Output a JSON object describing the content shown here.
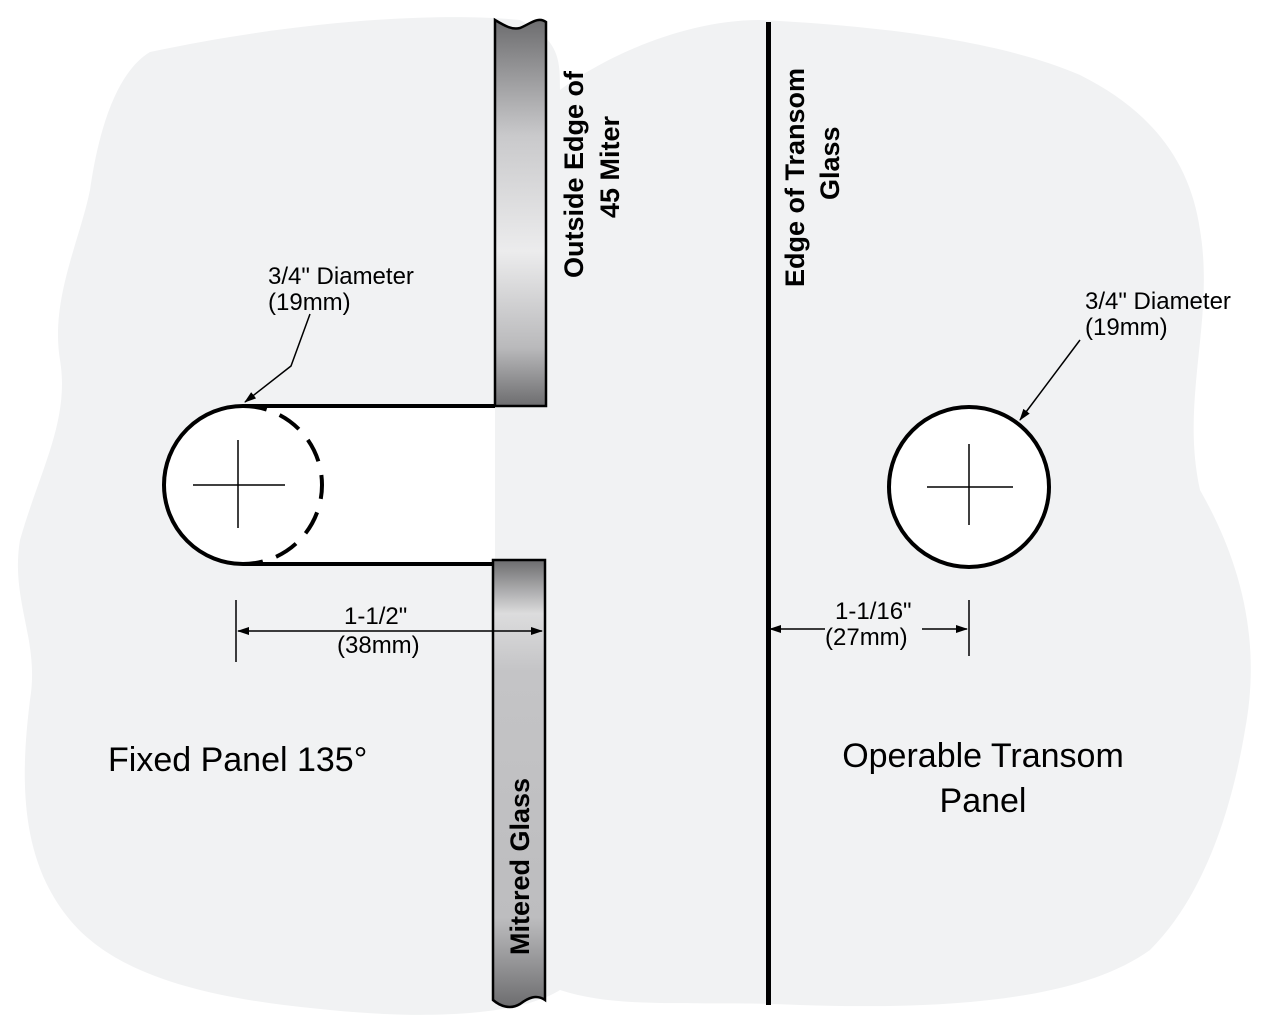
{
  "colors": {
    "background_blob": "#f1f2f3",
    "line": "#000000",
    "glass_dark": "#6f6f71",
    "glass_light": "#e6e6e7"
  },
  "left": {
    "diameter_label_line1": "3/4\" Diameter",
    "diameter_label_line2": "(19mm)",
    "dimension_line1": "1-1/2\"",
    "dimension_line2": "(38mm)",
    "panel_title": "Fixed Panel 135°",
    "glass_top_label_line1": "Outside Edge of",
    "glass_top_label_line2": "45 Miter",
    "glass_bottom_label": "Mitered Glass"
  },
  "right": {
    "edge_label_line1": "Edge of Transom",
    "edge_label_line2": "Glass",
    "diameter_label_line1": "3/4\" Diameter",
    "diameter_label_line2": "(19mm)",
    "dimension_line1": "1-1/16\"",
    "dimension_line2": "(27mm)",
    "panel_title_line1": "Operable Transom",
    "panel_title_line2": "Panel"
  }
}
